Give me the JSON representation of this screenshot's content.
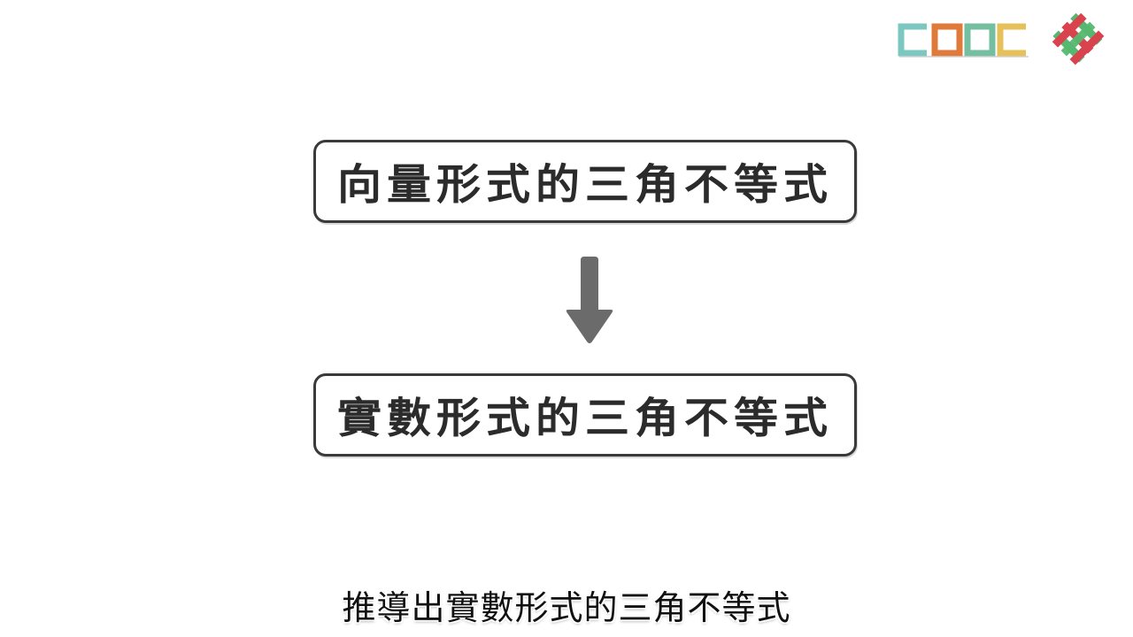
{
  "logos": {
    "cooc_name": "cooc-logo",
    "knot_name": "knot-logo",
    "colors": {
      "teal": "#7cc8c0",
      "orange": "#e07a3a",
      "green": "#74bfa0",
      "yellow": "#e6c15a",
      "red": "#d9434e",
      "knot_green": "#56b870"
    }
  },
  "diagram": {
    "top_box_text": "向量形式的三角不等式",
    "bottom_box_text": "實數形式的三角不等式",
    "arrow_icon": "arrow-down-icon",
    "arrow_color": "#6b6b6b"
  },
  "subtitle": "推導出實數形式的三角不等式"
}
